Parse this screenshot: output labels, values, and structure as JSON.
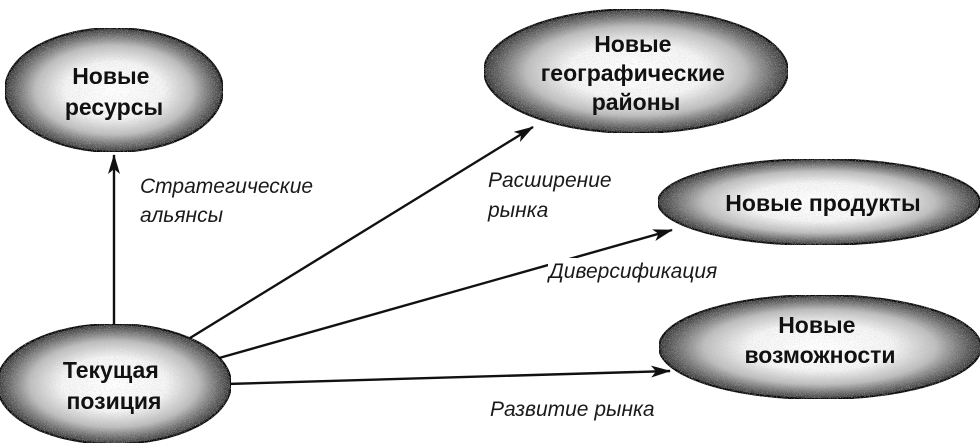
{
  "nodes": {
    "new_resources": {
      "lines": [
        "Новые",
        "ресурсы"
      ]
    },
    "new_regions": {
      "lines": [
        "Новые",
        "географические",
        "районы"
      ]
    },
    "new_products": {
      "lines": [
        "Новые продукты"
      ]
    },
    "new_opportunities": {
      "lines": [
        "Новые",
        "возможности"
      ]
    },
    "current_position": {
      "lines": [
        "Текущая",
        "позиция"
      ]
    }
  },
  "edges": {
    "strategic_alliances": {
      "lines": [
        "Стратегические",
        "альянсы"
      ]
    },
    "market_expansion": {
      "lines": [
        "Расширение",
        "рынка"
      ]
    },
    "diversification": {
      "lines": [
        "Диверсификация"
      ]
    },
    "market_development": {
      "lines": [
        "Развитие рынка"
      ]
    }
  },
  "colors": {
    "ink": "#111111",
    "ellipse_center": "#ffffff",
    "ellipse_edge": "#3a3a3a"
  }
}
